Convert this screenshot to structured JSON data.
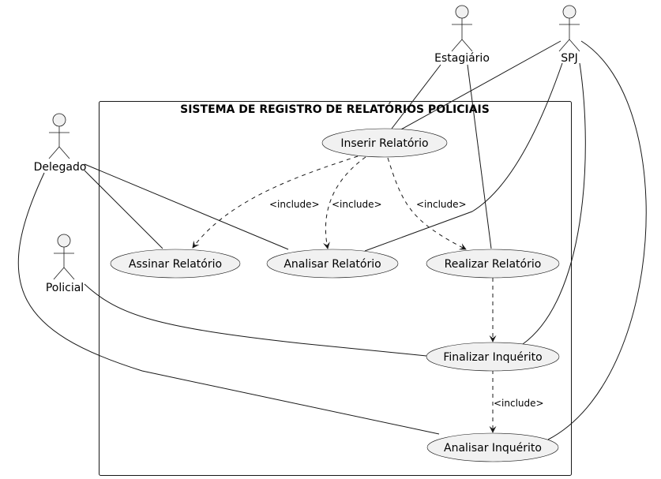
{
  "system": {
    "title": "SISTEMA DE REGISTRO DE RELATÓRIOS POLICIAIS"
  },
  "actors": {
    "estagiario": "Estagiário",
    "spj": "SPJ",
    "delegado": "Delegado",
    "policial": "Policial"
  },
  "use_cases": {
    "inserir": "Inserir Relatório",
    "assinar": "Assinar Relatório",
    "analisar_rel": "Analisar Relatório",
    "realizar": "Realizar Relatório",
    "finalizar": "Finalizar Inquérito",
    "analisar_inq": "Analisar Inquérito"
  },
  "relations": {
    "include_assinar": "<include>",
    "include_analisar": "<include>",
    "include_realizar": "<include>",
    "include_analisar_inq": "<include>"
  }
}
